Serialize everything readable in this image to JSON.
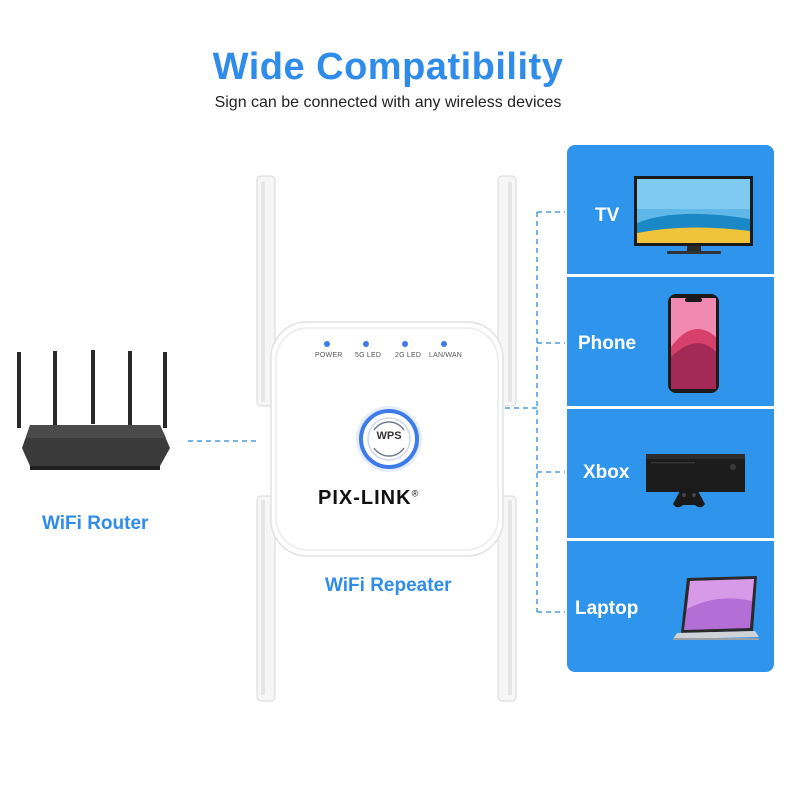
{
  "header": {
    "title": "Wide Compatibility",
    "subtitle": "Sign can be connected with any wireless devices"
  },
  "router": {
    "label": "WiFi Router"
  },
  "repeater": {
    "label": "WiFi Repeater",
    "brand": "PIX-LINK",
    "brand_mark": "®",
    "wps_label": "WPS",
    "leds": [
      "POWER",
      "5G LED",
      "2G LED",
      "LAN/WAN"
    ]
  },
  "devices": [
    {
      "label": "TV",
      "icon": "tv-icon"
    },
    {
      "label": "Phone",
      "icon": "phone-icon"
    },
    {
      "label": "Xbox",
      "icon": "xbox-console-icon"
    },
    {
      "label": "Laptop",
      "icon": "laptop-icon"
    }
  ],
  "colors": {
    "accent_blue": "#2F8CEB",
    "panel_blue": "#2F95EC",
    "panel_divider": "#ffffff",
    "dashed_line": "#4A9BE0",
    "led_blue": "#3E7BEA"
  }
}
